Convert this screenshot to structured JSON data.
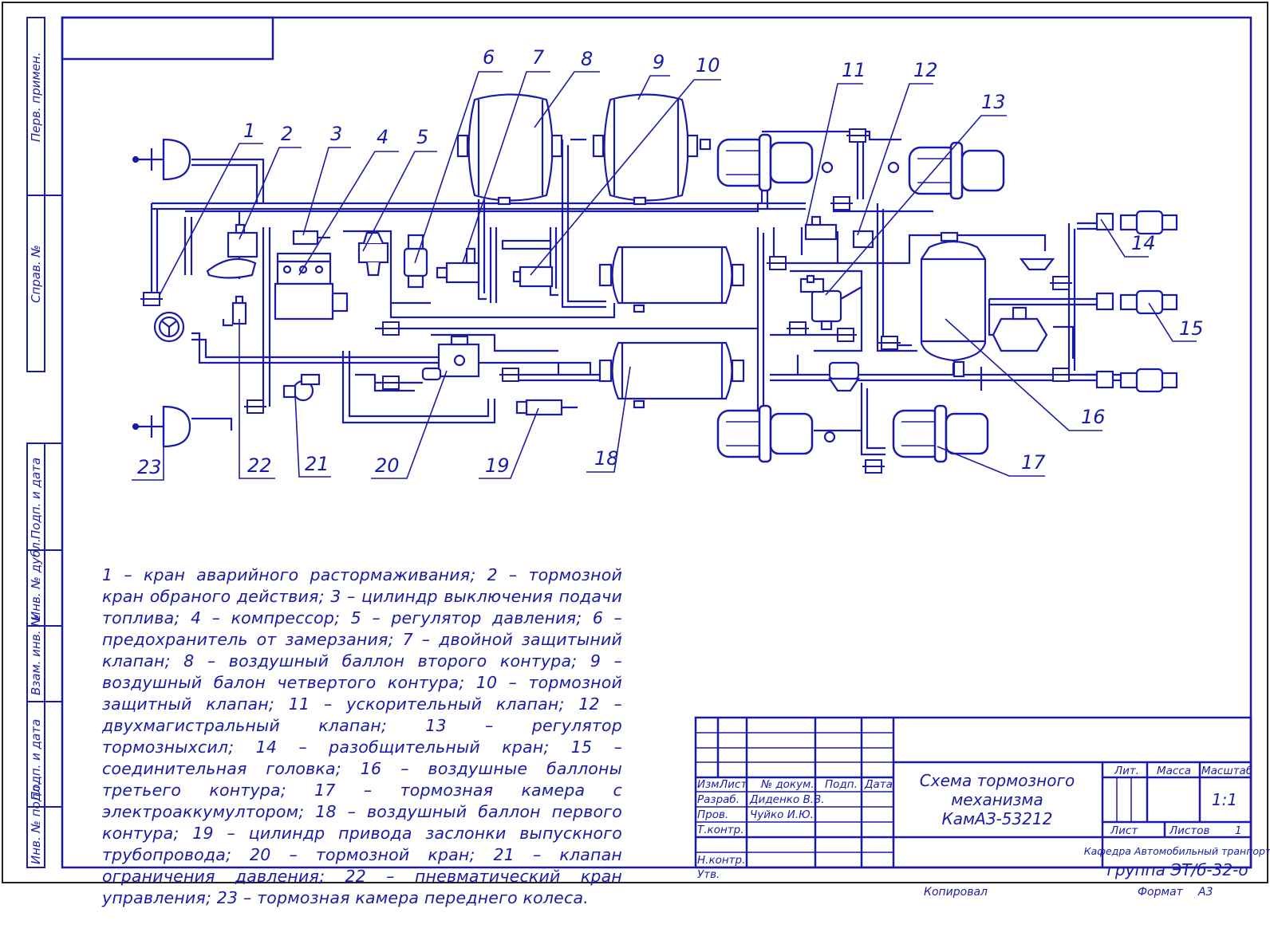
{
  "callouts": {
    "c1": "1",
    "c2": "2",
    "c3": "3",
    "c4": "4",
    "c5": "5",
    "c6": "6",
    "c7": "7",
    "c8": "8",
    "c9": "9",
    "c10": "10",
    "c11": "11",
    "c12": "12",
    "c13": "13",
    "c14": "14",
    "c15": "15",
    "c16": "16",
    "c17": "17",
    "c18": "18",
    "c19": "19",
    "c20": "20",
    "c21": "21",
    "c22": "22",
    "c23": "23"
  },
  "side_stamp": {
    "perv_primen": "Перв. примен.",
    "sprav": "Справ. №",
    "podp_data_1": "Подп. и дата",
    "inv_dubl": "Инв. № дубл.",
    "vzam_inv": "Взам. инв. №",
    "podp_data_2": "Подп. и дата",
    "inv_podl": "Инв. № подл."
  },
  "legend": "1 – кран аварийного растормаживания; 2 – тормозной кран обраного действия; 3 – цилиндр выключения подачи топлива; 4 – компрессор; 5 – регулятор давления; 6 – предохранитель от замерзания; 7 – двойной защитыний клапан; 8 – воздушный баллон второго контура; 9 – воздушный балон четвертого контура; 10 – тормозной защитный клапан; 11 – ускорительный клапан; 12 – двухмагистральный клапан; 13 – регулятор тормозныхсил; 14 – разобщительный кран; 15 – соединительная головка; 16 – воздушные баллоны третьего контура; 17 – тормозная камера с электроаккумултором; 18 – воздушный баллон первого контура; 19 – цилиндр привода заслонки выпускного трубопровода; 20 – тормозной кран; 21 – клапан ограничения давления; 22 – пневматический кран управления; 23 – тормозная камера переднего колеса.",
  "title_block": {
    "h_izm": "Изм.",
    "h_list": "Лист",
    "h_ndokum": "№ докум.",
    "h_podp": "Подп.",
    "h_data": "Дата",
    "razrab": "Разраб.",
    "razrab_name": "Диденко В.В.",
    "prov": "Пров.",
    "prov_name": "Чуйко И.Ю.",
    "tkontr": "Т.контр.",
    "nkontr": "Н.контр.",
    "utv": "Утв.",
    "title_line1": "Схема тормозного",
    "title_line2": "механизма",
    "title_line3": "КамАЗ-53212",
    "lit": "Лит.",
    "massa": "Масса",
    "masshtab": "Масштаб",
    "scale": "1:1",
    "list": "Лист",
    "listov": "Листов",
    "listov_val": "1",
    "org_line1": "Кафедра Автомобильный транпорт",
    "org_line2": "группа ЭТ/б-32-о",
    "kopiroval": "Копировал",
    "format_label": "Формат",
    "format_val": "А3"
  }
}
